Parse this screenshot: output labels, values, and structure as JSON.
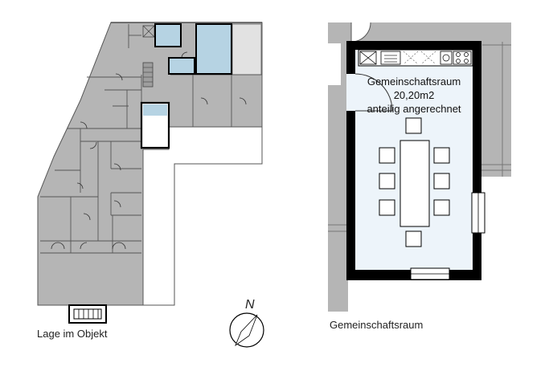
{
  "site_plan": {
    "caption": "Lage im Objekt",
    "north_label": "N"
  },
  "room_plan": {
    "caption": "Gemeinschaftsraum",
    "room_name": "Gemeinschaftsraum",
    "room_area": "20,20m2",
    "room_note": "anteilig angerechnet"
  },
  "colors": {
    "gray_fill": "#b5b5b5",
    "highlight_fill": "#b6d3e3",
    "room_fill": "#edf4fa",
    "wall": "#000000"
  }
}
